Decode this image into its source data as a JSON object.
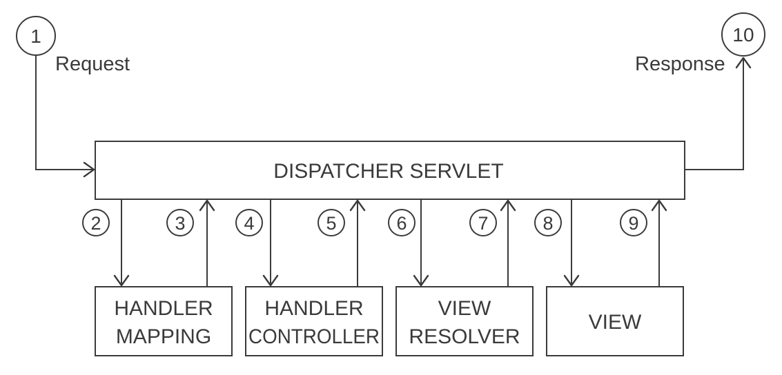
{
  "diagram": {
    "dispatcher": "DISPATCHER SERVLET",
    "request": {
      "step": "1",
      "label": "Request"
    },
    "response": {
      "step": "10",
      "label": "Response"
    },
    "components": [
      {
        "line1": "HANDLER",
        "line2": "MAPPING"
      },
      {
        "line1": "HANDLER",
        "line2": "CONTROLLER"
      },
      {
        "line1": "VIEW",
        "line2": "RESOLVER"
      },
      {
        "line1": "VIEW",
        "line2": ""
      }
    ],
    "steps": [
      "2",
      "3",
      "4",
      "5",
      "6",
      "7",
      "8",
      "9"
    ],
    "colors": {
      "stroke": "#3a3a3a",
      "background": "#ffffff"
    }
  }
}
